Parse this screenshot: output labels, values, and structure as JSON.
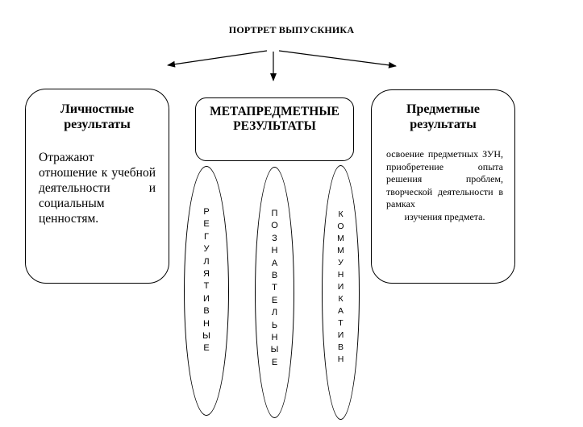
{
  "title": "ПОРТРЕТ ВЫПУСКНИКА",
  "left": {
    "title": "Личностные результаты",
    "text": "Отражают отношение к учебной деятельности и социальным ценностям."
  },
  "middle": {
    "title": "МЕТАПРЕДМЕТНЫЕ РЕЗУЛЬТАТЫ",
    "ellipses": [
      {
        "label": "РЕГУЛЯТИВНЫЕ"
      },
      {
        "label": "ПОЗНАВТЕЛЬНЫЕ"
      },
      {
        "label": "КОММУНИКАТИВН"
      }
    ]
  },
  "right": {
    "title": "Предметные результаты",
    "text": "освоение предметных ЗУН, приобретение опыта решения проблем, творческой деятельности в рамках",
    "text_last": "изучения предмета."
  }
}
